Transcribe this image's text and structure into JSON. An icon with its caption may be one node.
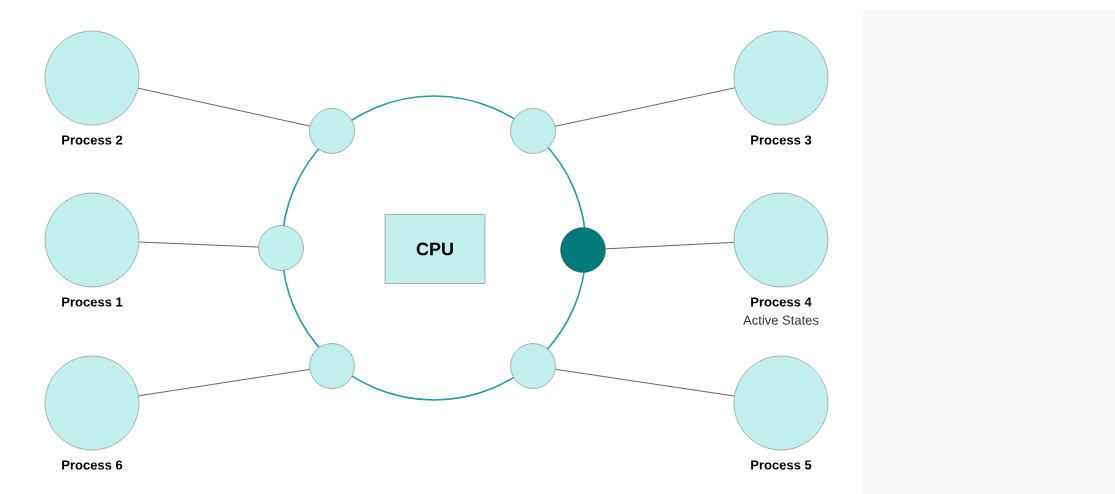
{
  "diagram": {
    "nodes": [
      {
        "text": [
          "Process 2"
        ]
      },
      {
        "text": [],
        "shape": "circle"
      },
      {
        "text": [],
        "shape": "circle"
      },
      {
        "text": [
          "Process 3"
        ]
      },
      {
        "text": [],
        "shape": "circle"
      },
      {
        "text": [
          "CPU"
        ],
        "in": 4
      },
      {
        "text": [
          "Process 1"
        ]
      },
      {
        "text": [],
        "shape": "circle"
      },
      {
        "text": [],
        "shape": "circle"
      },
      {
        "text": [
          "Process 4",
          "Active States"
        ]
      },
      {
        "text": [
          "Process 6"
        ]
      },
      {
        "text": [],
        "shape": "circle"
      },
      {
        "text": [],
        "shape": "circle"
      },
      {
        "text": [
          "Process 5"
        ]
      }
    ],
    "edges": [
      {
        "from": 0,
        "to": 1,
        "arrow": "none"
      },
      {
        "from": 2,
        "to": 3,
        "arrow": "none"
      },
      {
        "from": 6,
        "to": 7,
        "arrow": "none"
      },
      {
        "from": 8,
        "to": 9,
        "arrow": "none"
      },
      {
        "from": 10,
        "to": 11,
        "arrow": "none"
      },
      {
        "from": 12,
        "to": 13,
        "arrow": "none"
      }
    ]
  }
}
